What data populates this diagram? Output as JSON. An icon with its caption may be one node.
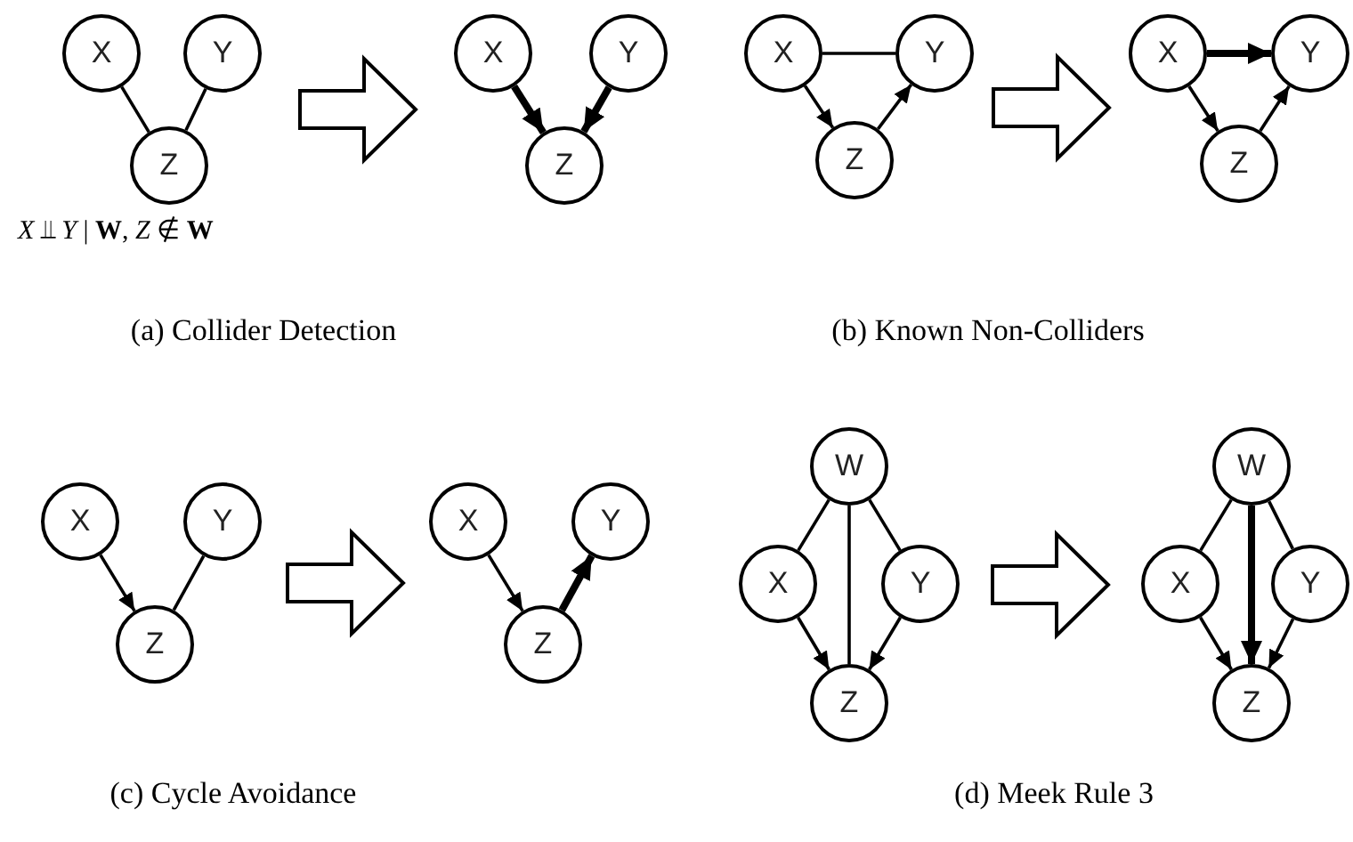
{
  "diagram": {
    "nodes": [
      {
        "text": [],
        "shape": "group",
        "beside": [
          "*X* ⫫ *Y* | **W**, *Z* ∉ **W**"
        ]
      },
      {
        "text": [
          "X"
        ],
        "in": 0
      },
      {
        "text": [
          "Y"
        ],
        "in": 0
      },
      {
        "text": [
          "Z"
        ],
        "in": 0
      },
      {
        "text": [],
        "shape": "group"
      },
      {
        "text": [
          "X"
        ],
        "in": 4
      },
      {
        "text": [
          "Y"
        ],
        "in": 4
      },
      {
        "text": [
          "Z"
        ],
        "in": 4
      },
      {
        "text": [],
        "shape": "group"
      },
      {
        "text": [
          "X"
        ],
        "in": 8
      },
      {
        "text": [
          "Y"
        ],
        "in": 8
      },
      {
        "text": [
          "Z"
        ],
        "in": 8
      },
      {
        "text": [],
        "shape": "group"
      },
      {
        "text": [
          "X"
        ],
        "in": 12
      },
      {
        "text": [
          "Y"
        ],
        "in": 12
      },
      {
        "text": [
          "Z"
        ],
        "in": 12
      },
      {
        "text": [],
        "shape": "group"
      },
      {
        "text": [
          "X"
        ],
        "in": 16
      },
      {
        "text": [
          "Y"
        ],
        "in": 16
      },
      {
        "text": [
          "Z"
        ],
        "in": 16
      },
      {
        "text": [],
        "shape": "group"
      },
      {
        "text": [
          "X"
        ],
        "in": 20
      },
      {
        "text": [
          "Y"
        ],
        "in": 20
      },
      {
        "text": [
          "Z"
        ],
        "in": 20
      },
      {
        "text": [],
        "shape": "group"
      },
      {
        "text": [
          "W"
        ],
        "in": 24
      },
      {
        "text": [
          "X"
        ],
        "in": 24
      },
      {
        "text": [
          "Y"
        ],
        "in": 24
      },
      {
        "text": [
          "Z"
        ],
        "in": 24
      },
      {
        "text": [],
        "shape": "group"
      },
      {
        "text": [
          "W"
        ],
        "in": 29
      },
      {
        "text": [
          "X"
        ],
        "in": 29
      },
      {
        "text": [
          "Y"
        ],
        "in": 29
      },
      {
        "text": [
          "Z"
        ],
        "in": 29
      }
    ],
    "edges": [
      {
        "from": 1,
        "to": 3,
        "arrow": "none"
      },
      {
        "from": 2,
        "to": 3,
        "arrow": "none"
      },
      {
        "from": 5,
        "to": 7,
        "arrow": "to",
        "style": "thick"
      },
      {
        "from": 6,
        "to": 7,
        "arrow": "to",
        "style": "thick"
      },
      {
        "from": 0,
        "to": 4,
        "arrow": "to"
      },
      {
        "from": 9,
        "to": 10,
        "arrow": "none"
      },
      {
        "from": 9,
        "to": 11,
        "arrow": "to"
      },
      {
        "from": 11,
        "to": 10,
        "arrow": "to"
      },
      {
        "from": 13,
        "to": 14,
        "arrow": "to",
        "style": "thick"
      },
      {
        "from": 13,
        "to": 15,
        "arrow": "to"
      },
      {
        "from": 15,
        "to": 14,
        "arrow": "to"
      },
      {
        "from": 8,
        "to": 12,
        "arrow": "to"
      },
      {
        "from": 17,
        "to": 19,
        "arrow": "to"
      },
      {
        "from": 18,
        "to": 19,
        "arrow": "none"
      },
      {
        "from": 21,
        "to": 23,
        "arrow": "to"
      },
      {
        "from": 23,
        "to": 22,
        "arrow": "to",
        "style": "thick"
      },
      {
        "from": 16,
        "to": 20,
        "arrow": "to"
      },
      {
        "from": 25,
        "to": 26,
        "arrow": "none"
      },
      {
        "from": 25,
        "to": 27,
        "arrow": "none"
      },
      {
        "from": 25,
        "to": 28,
        "arrow": "none"
      },
      {
        "from": 26,
        "to": 28,
        "arrow": "to"
      },
      {
        "from": 27,
        "to": 28,
        "arrow": "to"
      },
      {
        "from": 30,
        "to": 31,
        "arrow": "none"
      },
      {
        "from": 30,
        "to": 32,
        "arrow": "none"
      },
      {
        "from": 30,
        "to": 33,
        "arrow": "to",
        "style": "thick"
      },
      {
        "from": 31,
        "to": 33,
        "arrow": "to"
      },
      {
        "from": 32,
        "to": 33,
        "arrow": "to"
      },
      {
        "from": 24,
        "to": 29,
        "arrow": "to"
      }
    ],
    "labels": [
      "(a) Collider Detection",
      "(b) Known Non-Colliders",
      "(c) Cycle Avoidance",
      "(d) Meek Rule 3"
    ]
  }
}
